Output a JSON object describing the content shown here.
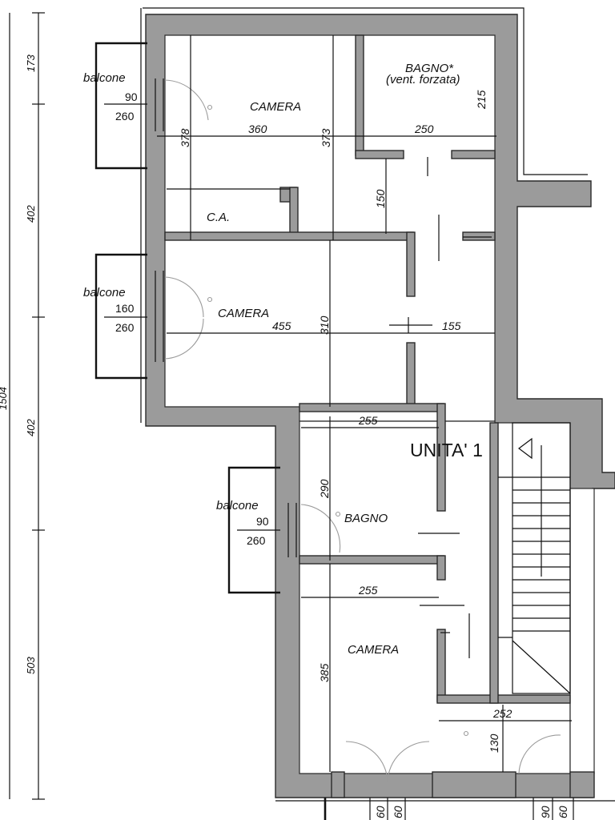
{
  "ruler": {
    "total": "1504",
    "segments": [
      "173",
      "402",
      "402",
      "503"
    ]
  },
  "unit_label": "UNITA' 1",
  "rooms": {
    "camera1": "CAMERA",
    "bagno1_line1": "BAGNO*",
    "bagno1_line2": "(vent. forzata)",
    "ca": "C.A.",
    "camera2": "CAMERA",
    "bagno2": "BAGNO",
    "camera3": "CAMERA"
  },
  "balconies": [
    {
      "label": "balcone",
      "w": "90",
      "h": "260"
    },
    {
      "label": "balcone",
      "w": "160",
      "h": "260"
    },
    {
      "label": "balcone",
      "w": "90",
      "h": "260"
    }
  ],
  "dimensions": {
    "d360": "360",
    "d373": "373",
    "d378": "378",
    "d250": "250",
    "d215": "215",
    "d150": "150",
    "d455": "455",
    "d310": "310",
    "d155": "155",
    "d255a": "255",
    "d290": "290",
    "d255b": "255",
    "d385": "385",
    "d252": "252",
    "d130": "130"
  },
  "bottom_windows": {
    "left_w": "60",
    "left_h": "60",
    "right_w": "90",
    "right_h": "60"
  }
}
